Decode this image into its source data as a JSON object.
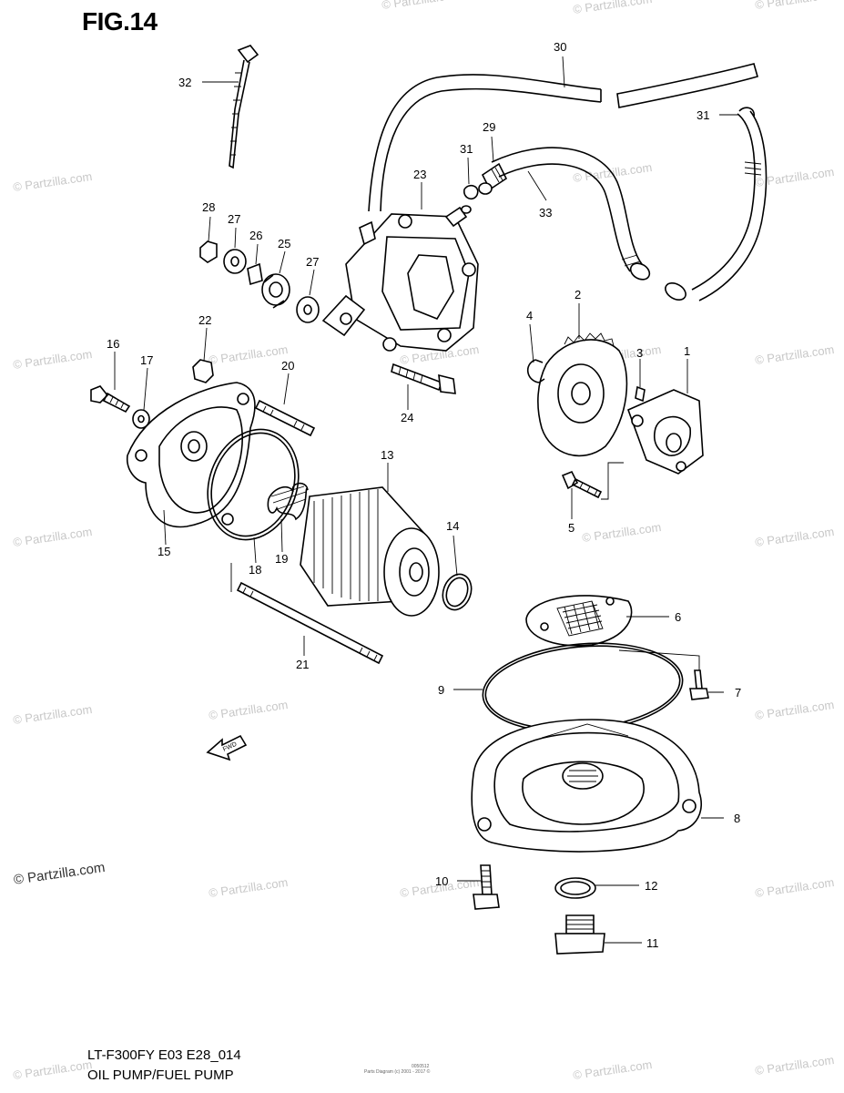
{
  "figure": {
    "title": "FIG.14",
    "model_code": "LT-F300FY E03 E28_014",
    "caption": "OIL PUMP/FUEL PUMP",
    "copyright_line": "Parts Diagram (c) 2001 - 2017 ©",
    "small_code": "0050512"
  },
  "watermark": {
    "primary": "© Partzilla.com",
    "repeated": "© Partzilla.com"
  },
  "callouts": [
    {
      "id": "c1",
      "label": "1"
    },
    {
      "id": "c2",
      "label": "2"
    },
    {
      "id": "c3",
      "label": "3"
    },
    {
      "id": "c4",
      "label": "4"
    },
    {
      "id": "c5",
      "label": "5"
    },
    {
      "id": "c6",
      "label": "6"
    },
    {
      "id": "c7",
      "label": "7"
    },
    {
      "id": "c8",
      "label": "8"
    },
    {
      "id": "c9",
      "label": "9"
    },
    {
      "id": "c10",
      "label": "10"
    },
    {
      "id": "c11",
      "label": "11"
    },
    {
      "id": "c12",
      "label": "12"
    },
    {
      "id": "c13",
      "label": "13"
    },
    {
      "id": "c14",
      "label": "14"
    },
    {
      "id": "c15",
      "label": "15"
    },
    {
      "id": "c16",
      "label": "16"
    },
    {
      "id": "c17",
      "label": "17"
    },
    {
      "id": "c18",
      "label": "18"
    },
    {
      "id": "c19",
      "label": "19"
    },
    {
      "id": "c20",
      "label": "20"
    },
    {
      "id": "c21",
      "label": "21"
    },
    {
      "id": "c22",
      "label": "22"
    },
    {
      "id": "c23",
      "label": "23"
    },
    {
      "id": "c24",
      "label": "24"
    },
    {
      "id": "c25",
      "label": "25"
    },
    {
      "id": "c26",
      "label": "26"
    },
    {
      "id": "c27a",
      "label": "27"
    },
    {
      "id": "c27b",
      "label": "27"
    },
    {
      "id": "c28",
      "label": "28"
    },
    {
      "id": "c29",
      "label": "29"
    },
    {
      "id": "c30",
      "label": "30"
    },
    {
      "id": "c31a",
      "label": "31"
    },
    {
      "id": "c31b",
      "label": "31"
    },
    {
      "id": "c32",
      "label": "32"
    },
    {
      "id": "c33",
      "label": "33"
    }
  ],
  "fwd_arrow": {
    "label": "FWD"
  }
}
